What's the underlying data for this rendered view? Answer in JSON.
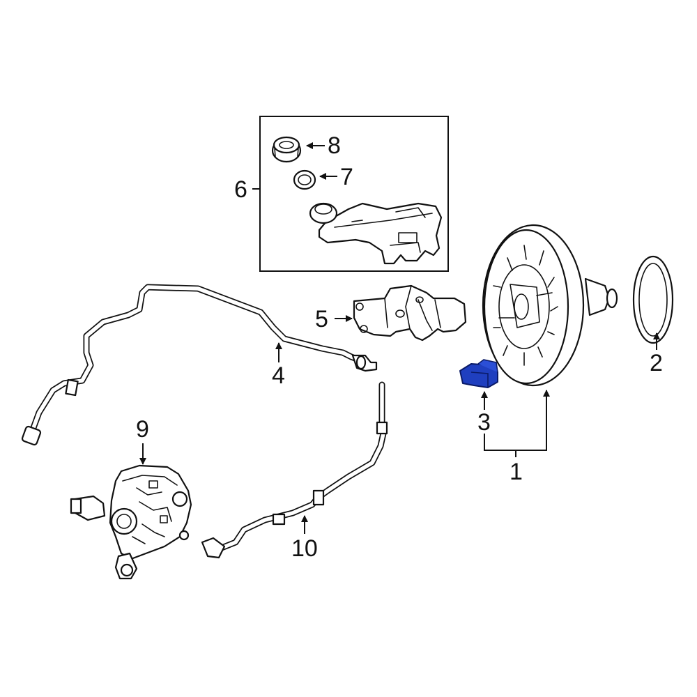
{
  "diagram": {
    "highlight_color": "#1f3fbf",
    "outline_color": "#111111",
    "callouts": {
      "c1": "1",
      "c2": "2",
      "c3": "3",
      "c4": "4",
      "c5": "5",
      "c6": "6",
      "c7": "7",
      "c8": "8",
      "c9": "9",
      "c10": "10"
    },
    "highlighted_part": "3"
  }
}
